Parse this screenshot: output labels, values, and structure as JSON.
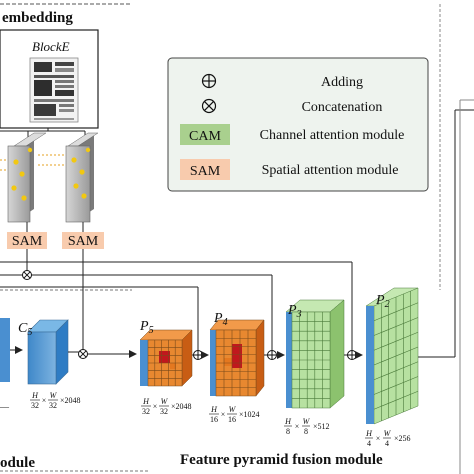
{
  "panel_labels": {
    "embedding": "embedding",
    "bottom_left": "odule",
    "fpn": "Feature pyramid fusion module"
  },
  "blocke": {
    "label": "BlockE"
  },
  "sam_labels": [
    "SAM",
    "SAM"
  ],
  "legend": {
    "adding_label": "Adding",
    "concat_label": "Concatenation",
    "cam_badge": "CAM",
    "cam_label": "Channel attention module",
    "sam_badge": "SAM",
    "sam_label": "Spatial attention module"
  },
  "features": {
    "c5": {
      "name": "C",
      "sub": "5",
      "dim": "2048"
    },
    "p5": {
      "name": "P",
      "sub": "5",
      "dim": "2048"
    },
    "p4": {
      "name": "P",
      "sub": "4",
      "dim": "1024"
    },
    "p3": {
      "name": "P",
      "sub": "3",
      "dim": "512"
    },
    "p2": {
      "name": "P",
      "sub": "2",
      "dim": "256"
    }
  },
  "fractions": {
    "c5": {
      "h_num": "H",
      "h_den": "32",
      "w_num": "W",
      "w_den": "32"
    },
    "p5": {
      "h_num": "H",
      "h_den": "32",
      "w_num": "W",
      "w_den": "32"
    },
    "p4": {
      "h_num": "H",
      "h_den": "16",
      "w_num": "W",
      "w_den": "16"
    },
    "p3": {
      "h_num": "H",
      "h_den": "8",
      "w_num": "W",
      "w_den": "8"
    },
    "p2": {
      "h_num": "H",
      "h_den": "4",
      "w_num": "W",
      "w_den": "4"
    },
    "left": {
      "h_num": "",
      "h_den": ""
    }
  },
  "symbols": {
    "times": "×",
    "oplus": "⊕",
    "otimes": "⊗"
  },
  "colors": {
    "blue_block": "#5b9bd5",
    "blue_light": "#a9cdea",
    "cam_badge": "#a9d08e",
    "sam_badge": "#f8cbad",
    "legend_bg": "#eef3ee",
    "fpn_green": "#b7e1a1",
    "heat_orange": "#e4781f",
    "heat_red": "#c0181d"
  }
}
